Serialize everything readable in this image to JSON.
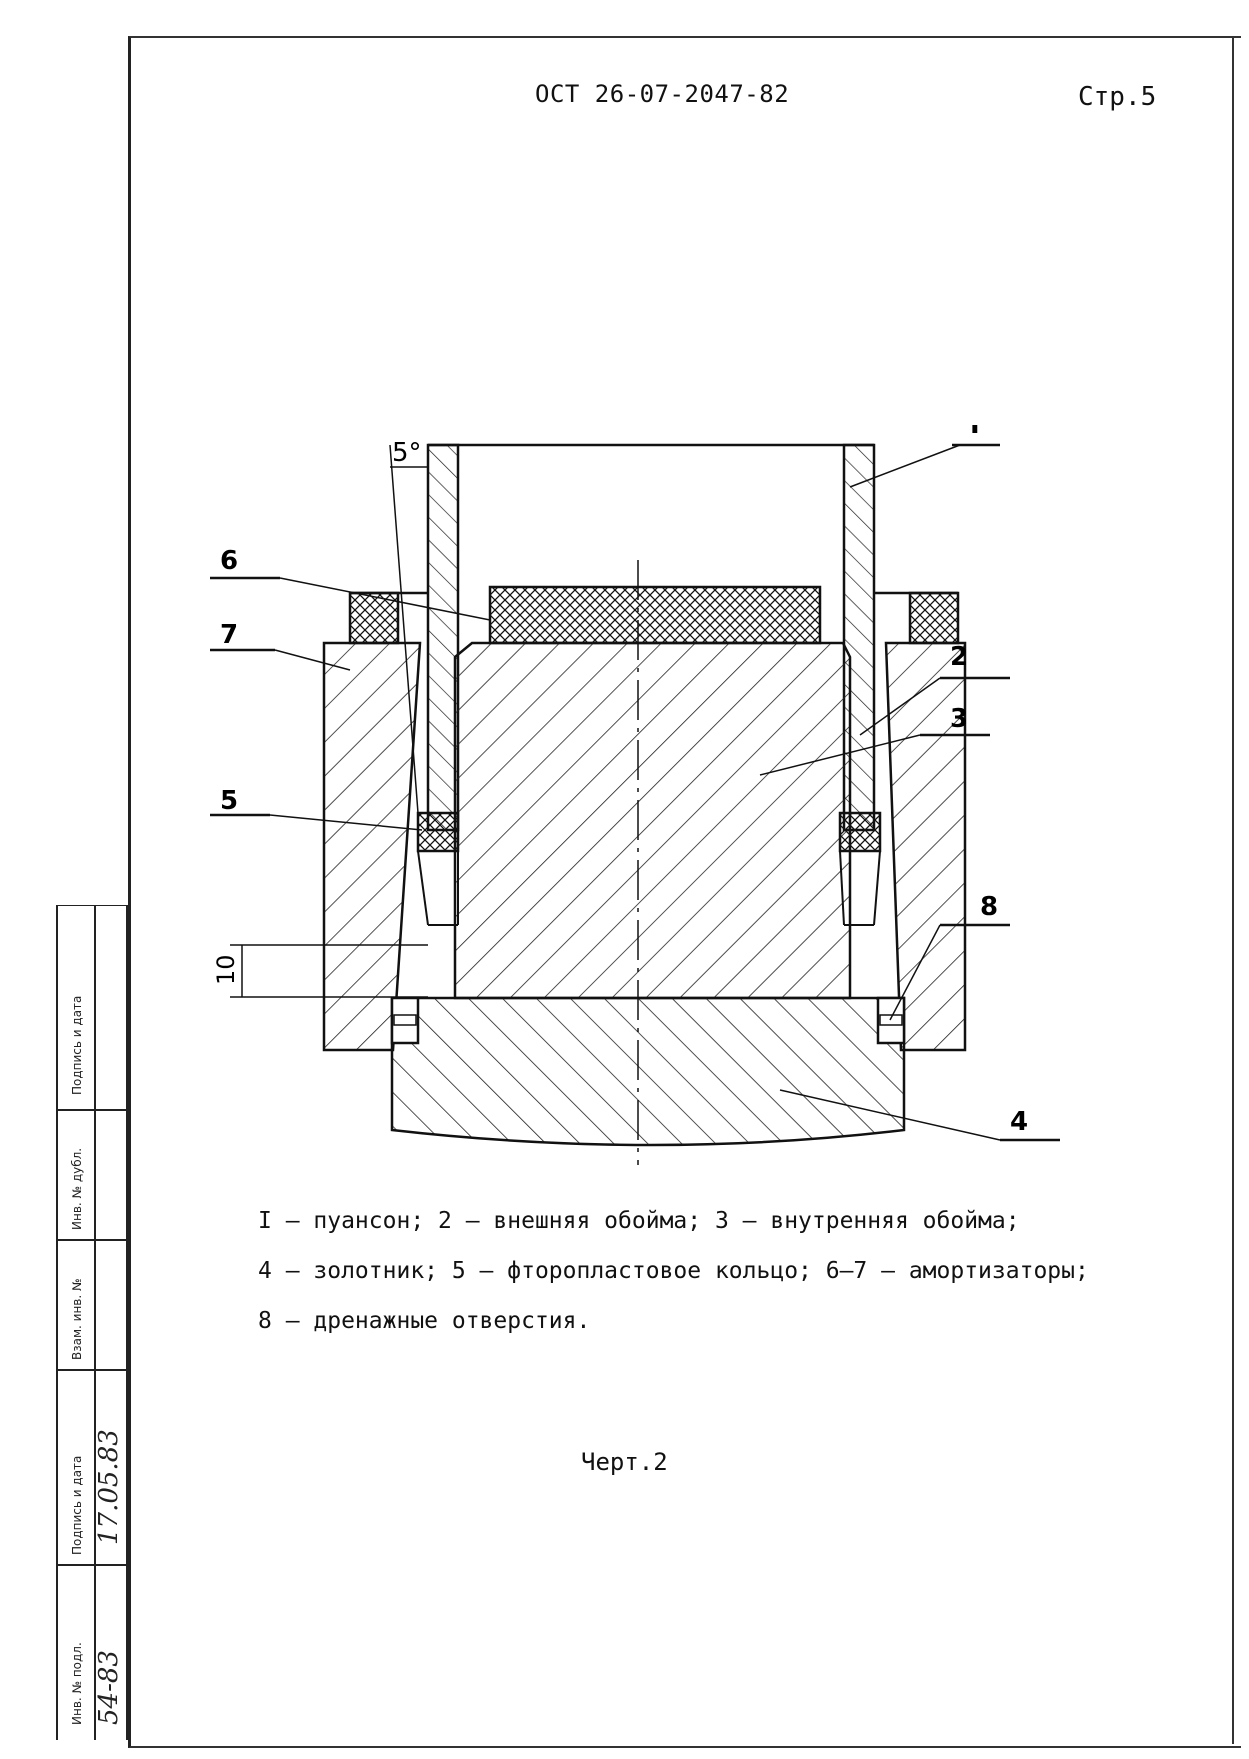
{
  "header": {
    "doc_code": "ОСТ 26-07-2047-82",
    "page": "Стр.5"
  },
  "drawing": {
    "labels": {
      "punch": "I",
      "outer_ring": "2",
      "inner_ring": "3",
      "spool": "4",
      "ring": "5",
      "shock_absorber_6": "6",
      "shock_absorber_7": "7",
      "drain_holes": "8"
    },
    "dimensions": {
      "angle": "5°",
      "height": "10"
    }
  },
  "legend": {
    "line1": "I – пуансон;  2 – внешняя обойма;  3 – внутренняя обойма;",
    "line2": "4 – золотник;  5 – фторопластовое кольцо;  6–7 – амортизаторы;",
    "line3": "8 – дренажные отверстия."
  },
  "caption": "Черт.2",
  "stamp": {
    "col1": "Подпись и дата",
    "col2": "Инв. № дубл.",
    "col3": "Взам. инв. №",
    "col4": "Подпись и дата",
    "col5": "Инв. № подл.",
    "hand_date": "17.05.83",
    "hand_num": "54-83"
  }
}
